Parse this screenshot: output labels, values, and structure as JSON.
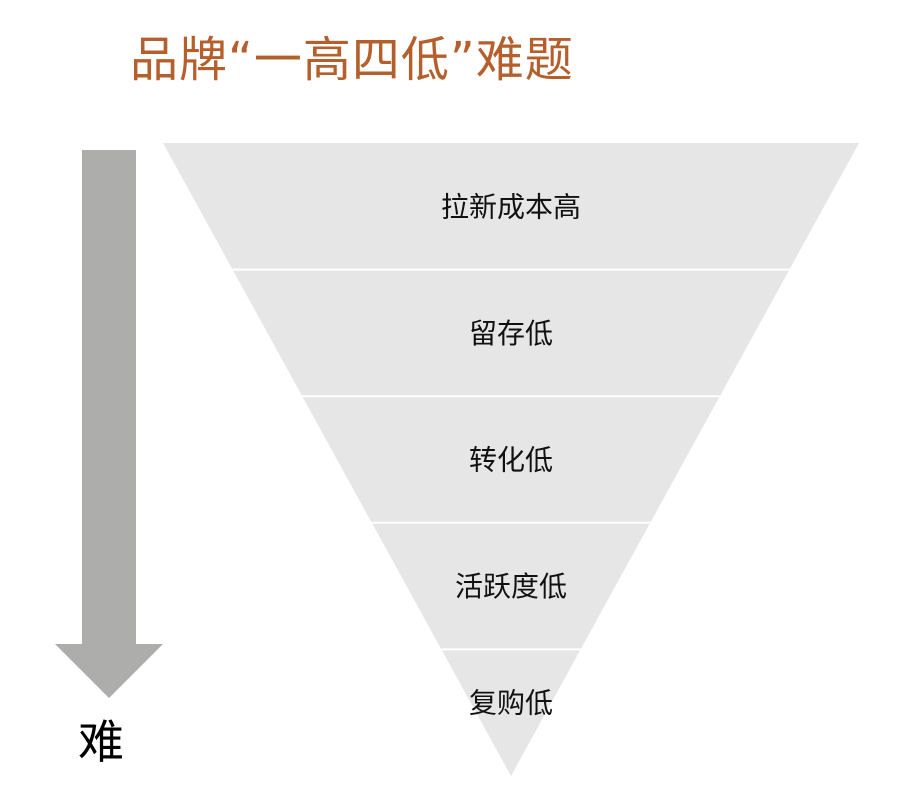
{
  "title": "品牌“一高四低”难题",
  "arrow": {
    "label": "难",
    "color": "#adadab"
  },
  "funnel": {
    "fill": "#e6e6e6",
    "separator": "#ffffff",
    "layers": [
      {
        "label": "拉新成本高"
      },
      {
        "label": "留存低"
      },
      {
        "label": "转化低"
      },
      {
        "label": "活跃度低"
      },
      {
        "label": "复购低"
      }
    ]
  },
  "colors": {
    "title": "#b5602c",
    "text": "#111111"
  }
}
